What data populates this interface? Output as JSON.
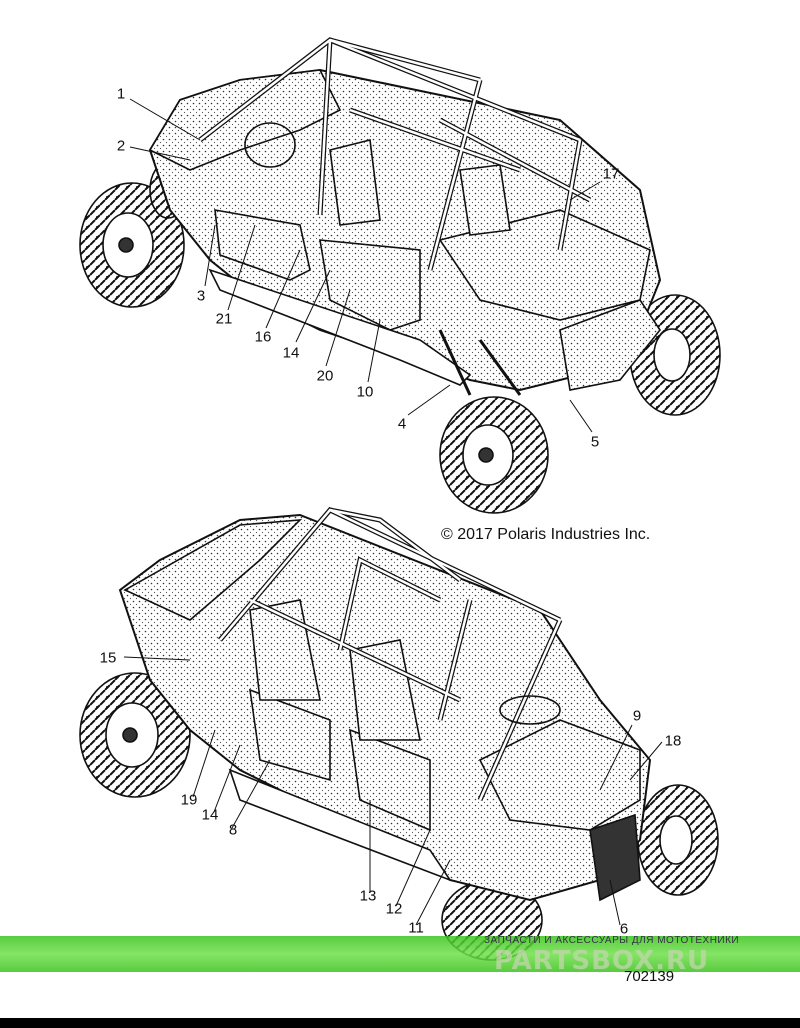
{
  "callouts_top": [
    {
      "id": "c1",
      "label": "1"
    },
    {
      "id": "c2",
      "label": "2"
    },
    {
      "id": "c3",
      "label": "3"
    },
    {
      "id": "c21",
      "label": "21"
    },
    {
      "id": "c16",
      "label": "16"
    },
    {
      "id": "c14a",
      "label": "14"
    },
    {
      "id": "c20",
      "label": "20"
    },
    {
      "id": "c10",
      "label": "10"
    },
    {
      "id": "c4",
      "label": "4"
    },
    {
      "id": "c5",
      "label": "5"
    },
    {
      "id": "c17",
      "label": "17"
    }
  ],
  "callouts_bottom": [
    {
      "id": "c15",
      "label": "15"
    },
    {
      "id": "c19",
      "label": "19"
    },
    {
      "id": "c14b",
      "label": "14"
    },
    {
      "id": "c8",
      "label": "8"
    },
    {
      "id": "c13",
      "label": "13"
    },
    {
      "id": "c12",
      "label": "12"
    },
    {
      "id": "c11",
      "label": "11"
    },
    {
      "id": "c9",
      "label": "9"
    },
    {
      "id": "c18",
      "label": "18"
    },
    {
      "id": "c6",
      "label": "6"
    }
  ],
  "copyright": "© 2017 Polaris Industries Inc.",
  "part_number": "702139",
  "watermark": {
    "subtitle": "ЗАПЧАСТИ И АКСЕССУАРЫ ДЛЯ МОТОТЕХНИКИ",
    "logo": "PARTSBOX.RU",
    "band_color": "#4fd22a"
  }
}
